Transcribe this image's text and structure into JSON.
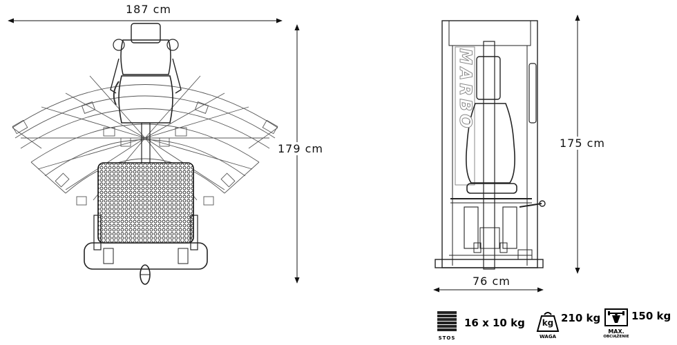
{
  "dimensions": {
    "width": "187 cm",
    "depth": "179 cm",
    "height": "175 cm",
    "front_width": "76 cm"
  },
  "specs": {
    "stack": {
      "icon": "weight-stack-icon",
      "caption": "STOS",
      "value": "16 x 10 kg"
    },
    "weight": {
      "icon": "kg-weight-icon",
      "icon_text": "kg",
      "caption": "WAGA",
      "value": "210 kg"
    },
    "max_load": {
      "icon": "max-load-icon",
      "caption_line1": "MAX.",
      "caption_line2": "OBCIĄŻENIE",
      "value": "150 kg"
    }
  },
  "brand": {
    "logo_text": "MARBO"
  }
}
